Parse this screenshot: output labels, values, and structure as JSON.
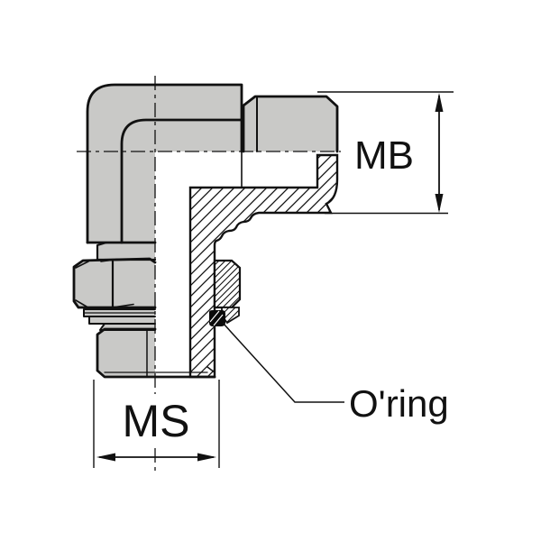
{
  "drawing": {
    "title": "90 degree adjustable elbow fitting - half-section technical drawing",
    "labels": {
      "male_thread_b": "MB",
      "male_thread_s": "MS",
      "oring": "O'ring"
    },
    "colors": {
      "body_fill": "#c9c9c7",
      "outline": "#111111",
      "oring_fill": "#0a0a0a",
      "background": "#ffffff"
    }
  }
}
